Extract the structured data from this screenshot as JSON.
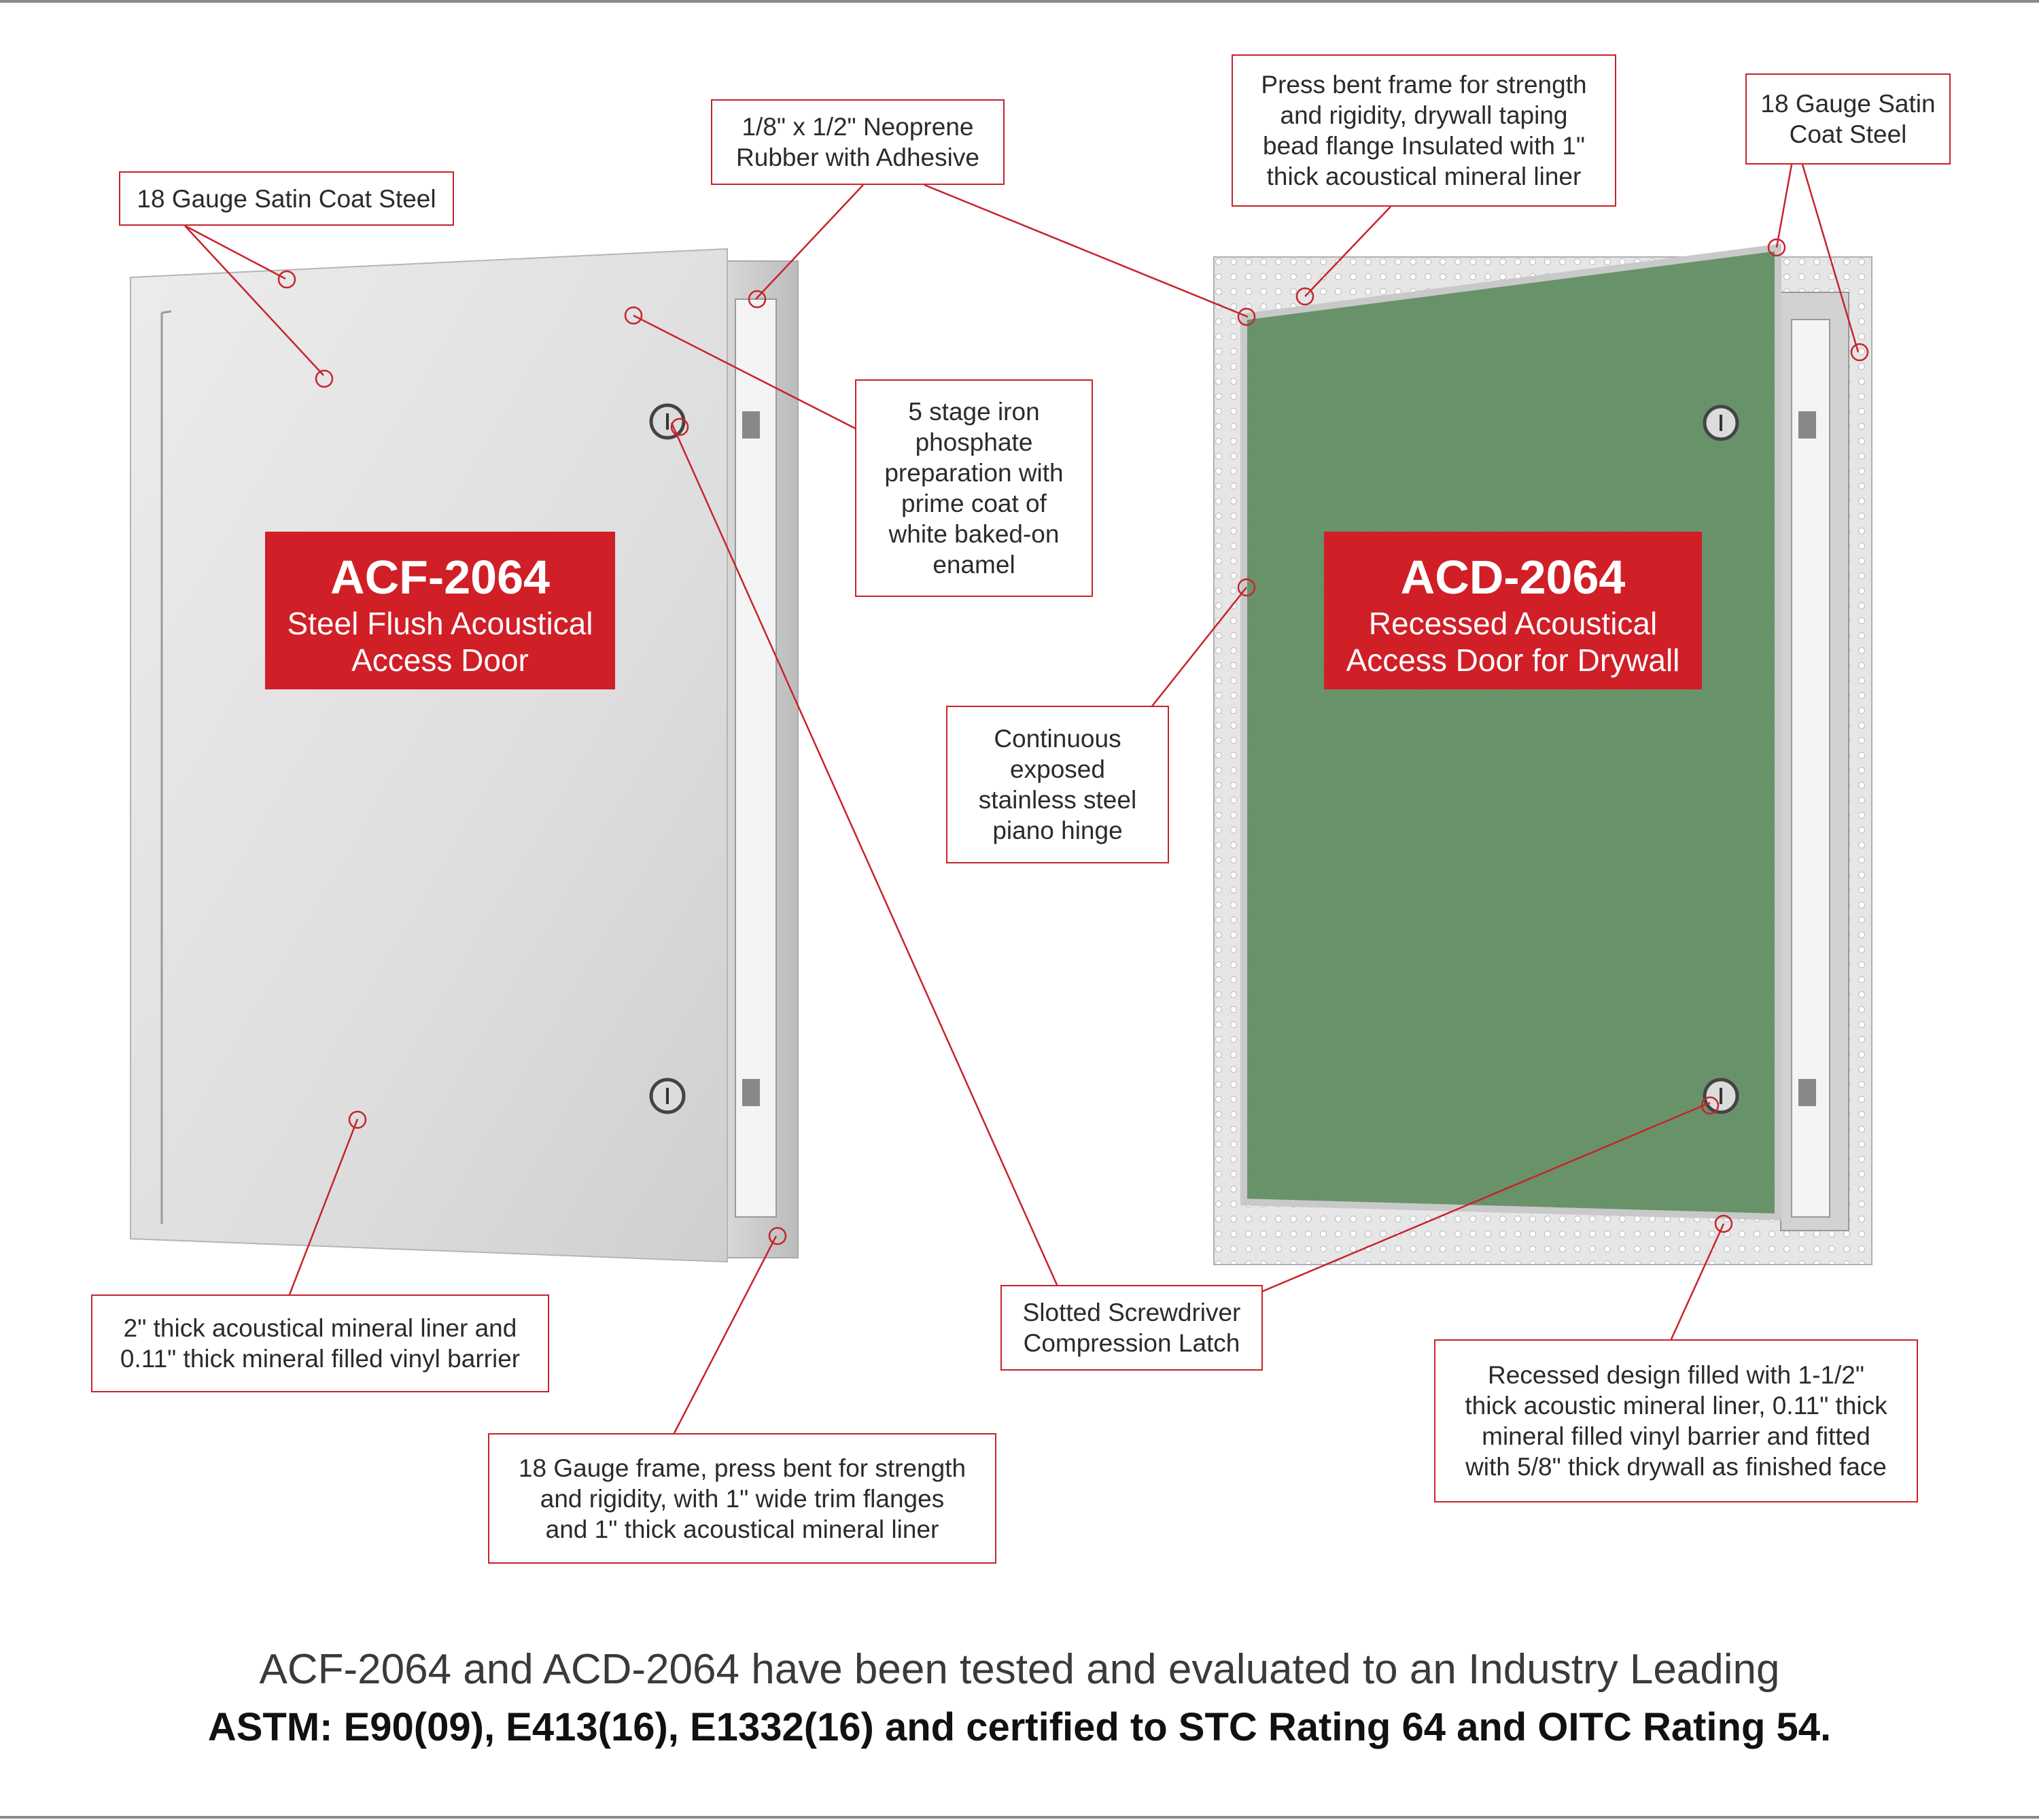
{
  "products": {
    "left": {
      "model": "ACF-2064",
      "description": "Steel Flush Acoustical\nAccess Door"
    },
    "right": {
      "model": "ACD-2064",
      "description": "Recessed Acoustical\nAccess Door for Drywall"
    }
  },
  "callouts": {
    "left_gauge_steel": "18 Gauge Satin Coat Steel",
    "neoprene": "1/8\" x 1/2\" Neoprene\nRubber with Adhesive",
    "iron_phosphate": "5 stage iron\nphosphate\npreparation with\nprime coat of\nwhite baked-on\nenamel",
    "mineral_liner_left": "2\" thick acoustical mineral liner and\n0.11\" thick mineral filled vinyl barrier",
    "frame_left": "18 Gauge frame, press bent for strength\nand rigidity, with 1\" wide trim flanges\nand 1\" thick acoustical mineral liner",
    "press_bent_frame": "Press bent frame for strength\nand rigidity, drywall taping\nbead flange Insulated with 1\"\nthick acoustical mineral liner",
    "right_gauge_steel": "18 Gauge Satin\nCoat Steel",
    "piano_hinge": "Continuous\nexposed\nstainless steel\npiano hinge",
    "latch": "Slotted Screwdriver\nCompression Latch",
    "recessed_design": "Recessed design filled with 1-1/2\"\nthick acoustic mineral liner, 0.11\" thick\nmineral filled vinyl barrier and fitted\nwith 5/8\" thick drywall as finished face"
  },
  "footer": {
    "line1": "ACF-2064 and ACD-2064 have been tested and evaluated to an Industry Leading",
    "line2": "ASTM: E90(09), E413(16), E1332(16) and certified to STC Rating 64 and OITC Rating 54."
  },
  "colors": {
    "accent_red": "#d01f27",
    "leader_red": "#c8232c",
    "green_panel": "#5e8a5e",
    "steel_light": "#e2e2e2"
  }
}
